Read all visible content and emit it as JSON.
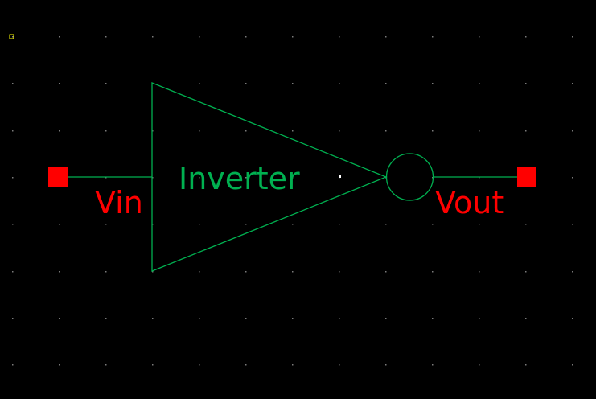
{
  "schematic": {
    "symbol_label": "Inverter",
    "input_pin": "Vin",
    "output_pin": "Vout"
  },
  "colors": {
    "background": "#000000",
    "grid_dot": "#7a7a7a",
    "wire": "#00b050",
    "pin": "#ff0000",
    "pin_label": "#ff0000",
    "symbol_label": "#00b050",
    "origin_marker": "#ffff00",
    "cursor": "#ffffff"
  }
}
